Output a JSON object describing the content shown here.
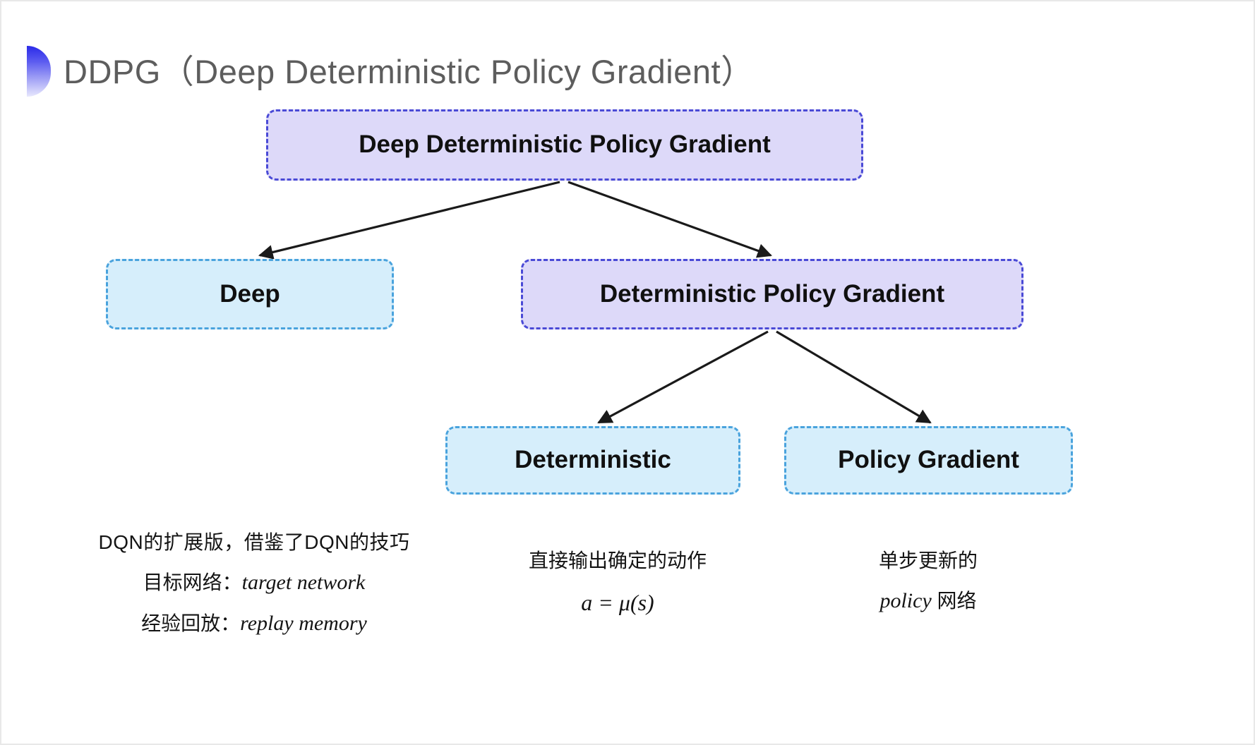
{
  "slide": {
    "title": "DDPG（Deep Deterministic Policy Gradient）",
    "title_color": "#5d5d5d",
    "background": "#ffffff",
    "decor_icon": "half-circle-gradient-icon"
  },
  "diagram": {
    "type": "tree",
    "node_colors": {
      "purple_fill": "#ddd9f9",
      "purple_border": "#4a4ad6",
      "cyan_fill": "#d6eefb",
      "cyan_border": "#4aa3dd",
      "arrow": "#1a1a1a"
    },
    "nodes": {
      "root": "Deep Deterministic Policy Gradient",
      "deep": "Deep",
      "dpg": "Deterministic Policy Gradient",
      "deterministic": "Deterministic",
      "policy_gradient": "Policy Gradient"
    },
    "edges": [
      {
        "from": "root",
        "to": "deep"
      },
      {
        "from": "root",
        "to": "dpg"
      },
      {
        "from": "dpg",
        "to": "deterministic"
      },
      {
        "from": "dpg",
        "to": "policy_gradient"
      }
    ]
  },
  "annotations": {
    "deep": {
      "line1": "DQN的扩展版，借鉴了DQN的技巧",
      "line2_label": "目标网络：",
      "line2_term": "target network",
      "line3_label": "经验回放：",
      "line3_term": "replay memory"
    },
    "deterministic": {
      "line1": "直接输出确定的动作",
      "formula": "a = μ(s)"
    },
    "policy_gradient": {
      "line1": "单步更新的",
      "line2_term": "policy",
      "line2_suffix": " 网络"
    }
  }
}
